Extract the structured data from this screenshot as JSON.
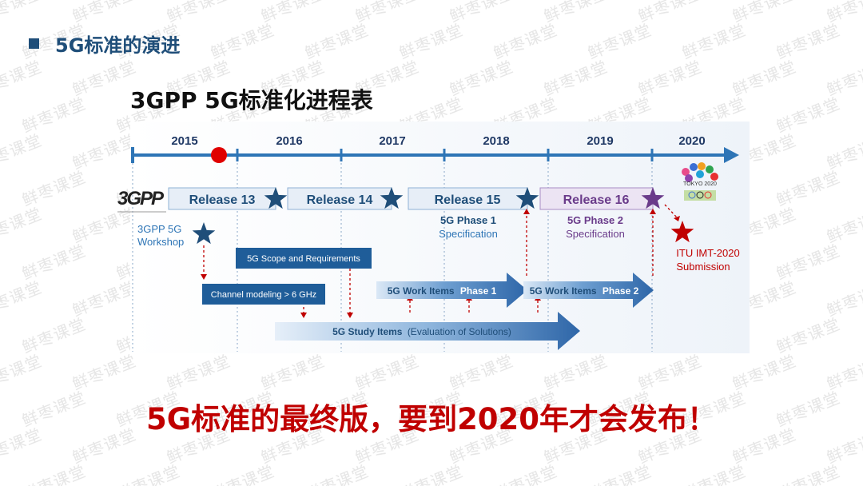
{
  "header": {
    "title": "5G标准的演进"
  },
  "chart_title": "3GPP 5G标准化进程表",
  "years": [
    "2015",
    "2016",
    "2017",
    "2018",
    "2019",
    "2020"
  ],
  "logo_3gpp": "3GPP",
  "logo_tokyo": "TOKYO 2020",
  "releases": [
    {
      "label": "Release 13",
      "color": "#1f4e79"
    },
    {
      "label": "Release 14",
      "color": "#1f4e79"
    },
    {
      "label": "Release 15",
      "color": "#1f4e79"
    },
    {
      "label": "Release 16",
      "color": "#6a3b8a"
    }
  ],
  "milestones": {
    "workshop": [
      "3GPP 5G",
      "Workshop"
    ],
    "phase1": [
      "5G Phase 1",
      "Specification"
    ],
    "phase2": [
      "5G Phase 2",
      "Specification"
    ],
    "itu": [
      "ITU IMT-2020",
      "Submission"
    ]
  },
  "work_bars": {
    "scope": "5G  Scope and Requirements",
    "channel": "Channel modeling > 6 GHz",
    "wi1_main": "5G Work Items",
    "wi1_phase": "Phase 1",
    "wi2_main": "5G Work Items",
    "wi2_phase": "Phase 2",
    "si_main": "5G Study Items",
    "si_note": "(Evaluation of Solutions)"
  },
  "colors": {
    "axis": "#2e75b6",
    "dark_blue": "#1f4e79",
    "purple": "#6a3b8a",
    "red": "#c00000",
    "today_marker": "#e00000"
  },
  "conclusion": "5G标准的最终版，要到2020年才会发布！",
  "watermark": "鲜枣课堂"
}
